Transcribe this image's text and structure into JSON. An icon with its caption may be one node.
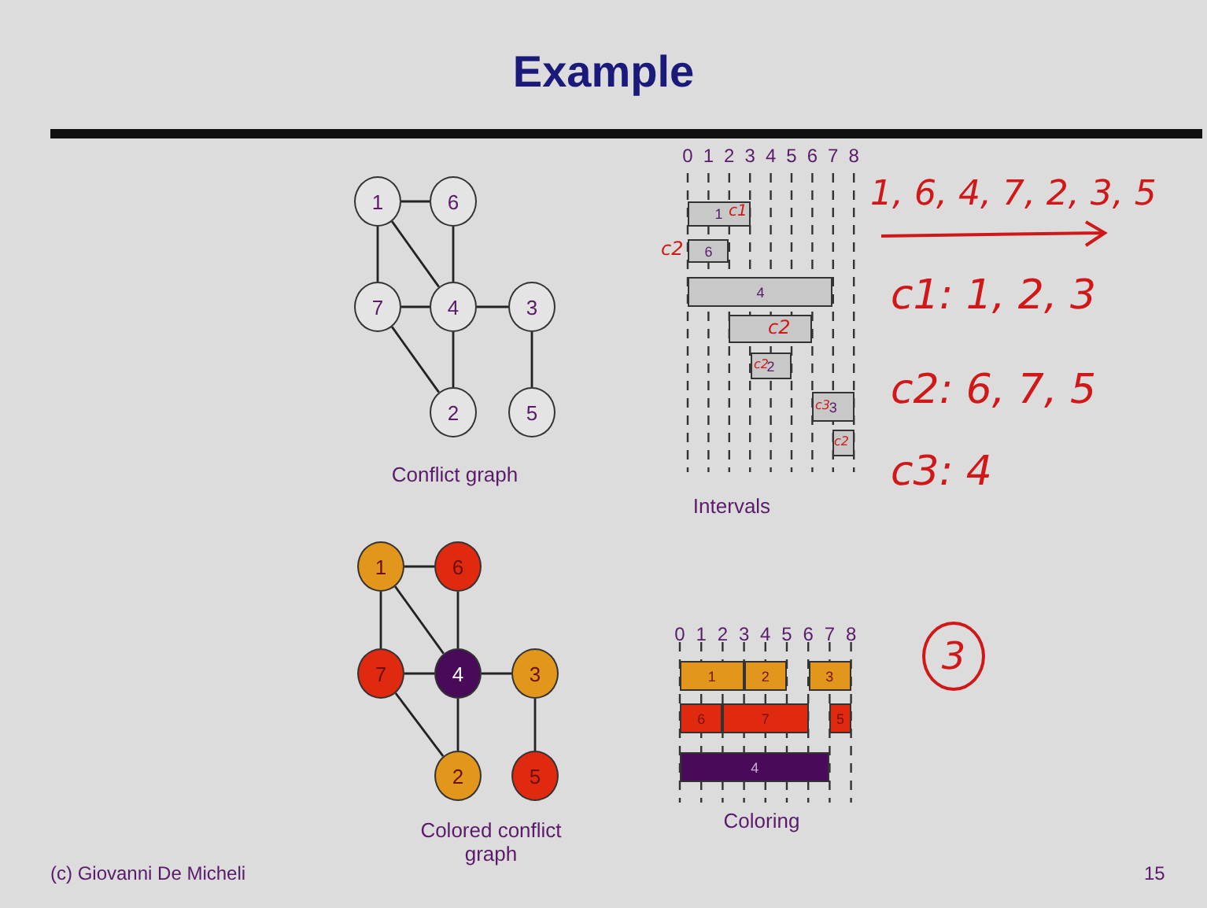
{
  "diagram": {
    "title": "Example",
    "nodes": [
      {
        "text": [
          "1"
        ]
      },
      {
        "text": [
          "6"
        ]
      },
      {
        "text": [
          "7"
        ]
      },
      {
        "text": [
          "4"
        ]
      },
      {
        "text": [
          "3"
        ]
      },
      {
        "text": [
          "2"
        ]
      },
      {
        "text": [
          "5"
        ]
      },
      {
        "text": [
          "1"
        ]
      },
      {
        "text": [
          "6"
        ]
      },
      {
        "text": [
          "7"
        ]
      },
      {
        "text": [
          "4"
        ]
      },
      {
        "text": [
          "3"
        ]
      },
      {
        "text": [
          "2"
        ]
      },
      {
        "text": [
          "5"
        ]
      },
      {
        "text": [
          "1"
        ]
      },
      {
        "text": [
          "6"
        ]
      },
      {
        "text": [
          "4"
        ]
      },
      {
        "text": [],
        "shape": "bar"
      },
      {
        "text": [
          "2"
        ]
      },
      {
        "text": [
          "3"
        ]
      },
      {
        "text": [],
        "shape": "bar"
      },
      {
        "text": [
          "1"
        ]
      },
      {
        "text": [
          "2"
        ]
      },
      {
        "text": [
          "3"
        ]
      },
      {
        "text": [
          "6"
        ]
      },
      {
        "text": [
          "7"
        ]
      },
      {
        "text": [
          "5"
        ]
      },
      {
        "text": [
          "4"
        ]
      },
      {
        "text": [
          "3"
        ]
      }
    ],
    "edges": [
      {
        "from": 0,
        "to": 1,
        "arrow": "none"
      },
      {
        "from": 0,
        "to": 2,
        "arrow": "none"
      },
      {
        "from": 0,
        "to": 3,
        "arrow": "none"
      },
      {
        "from": 1,
        "to": 3,
        "arrow": "none"
      },
      {
        "from": 2,
        "to": 3,
        "arrow": "none"
      },
      {
        "from": 3,
        "to": 4,
        "arrow": "none"
      },
      {
        "from": 2,
        "to": 5,
        "arrow": "none"
      },
      {
        "from": 3,
        "to": 5,
        "arrow": "none"
      },
      {
        "from": 4,
        "to": 6,
        "arrow": "none"
      },
      {
        "from": 7,
        "to": 8,
        "arrow": "none"
      },
      {
        "from": 7,
        "to": 9,
        "arrow": "none"
      },
      {
        "from": 7,
        "to": 10,
        "arrow": "none"
      },
      {
        "from": 8,
        "to": 10,
        "arrow": "none"
      },
      {
        "from": 9,
        "to": 10,
        "arrow": "none"
      },
      {
        "from": 10,
        "to": 11,
        "arrow": "none"
      },
      {
        "from": 9,
        "to": 12,
        "arrow": "none"
      },
      {
        "from": 10,
        "to": 12,
        "arrow": "none"
      },
      {
        "from": 11,
        "to": 13,
        "arrow": "none"
      }
    ],
    "labels": [
      "0",
      "1",
      "2",
      "3",
      "4",
      "5",
      "6",
      "7",
      "8",
      "1, 6, 4, 7, 2, 3, 5",
      "c1",
      "c2",
      "c2",
      "c2",
      "c3",
      "c2",
      "c1: 1, 2, 3",
      "c2: 6, 7, 5",
      "c3: 4",
      "Conflict graph",
      "Intervals",
      "0",
      "1",
      "2",
      "3",
      "4",
      "5",
      "6",
      "7",
      "8",
      "Colored conflict graph",
      "Coloring",
      "(c) Giovanni De Micheli",
      "15"
    ]
  }
}
